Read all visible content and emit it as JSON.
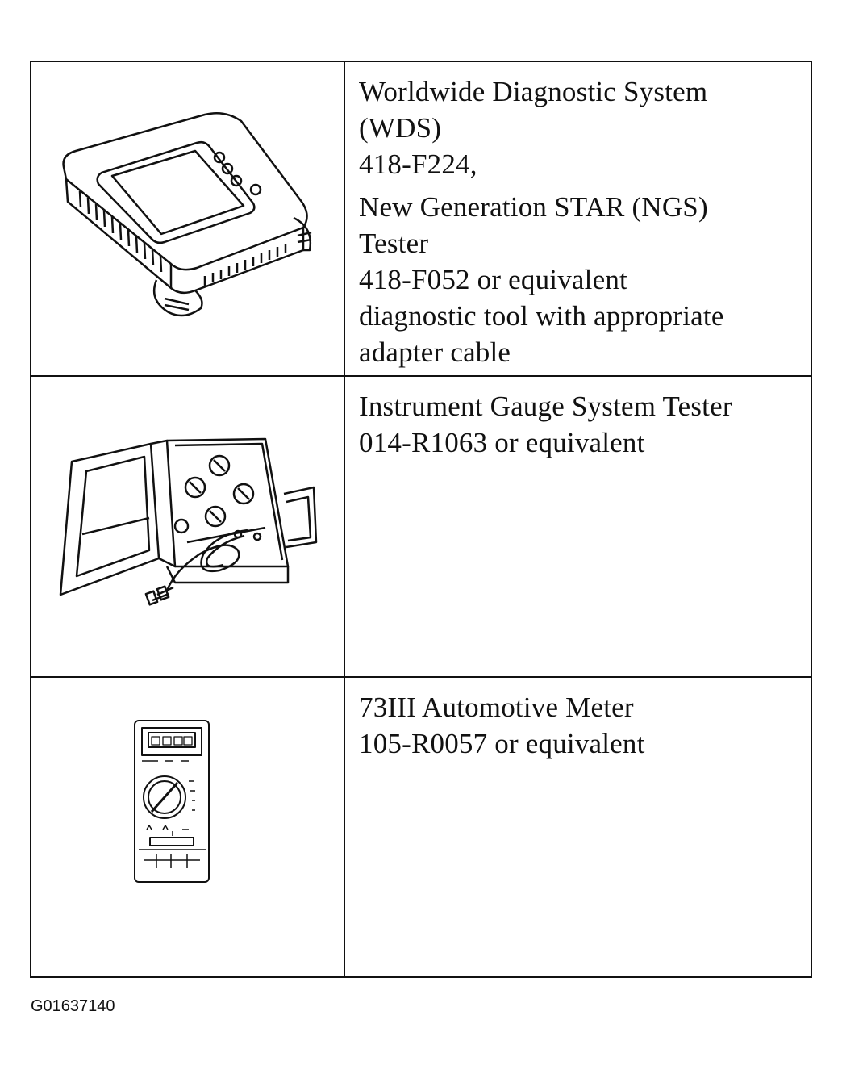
{
  "tools": [
    {
      "icon": "diagnostic-tablet-icon",
      "lines": [
        "Worldwide Diagnostic System",
        "(WDS)",
        "418-F224,",
        "New Generation STAR (NGS)",
        "Tester",
        "418-F052 or equivalent",
        "diagnostic tool with appropriate",
        "adapter cable"
      ]
    },
    {
      "icon": "gauge-tester-case-icon",
      "lines": [
        "Instrument Gauge System Tester",
        "014-R1063 or equivalent"
      ]
    },
    {
      "icon": "multimeter-icon",
      "lines": [
        "73III Automotive Meter",
        "105-R0057 or equivalent"
      ]
    }
  ],
  "figure_id": "G01637140"
}
